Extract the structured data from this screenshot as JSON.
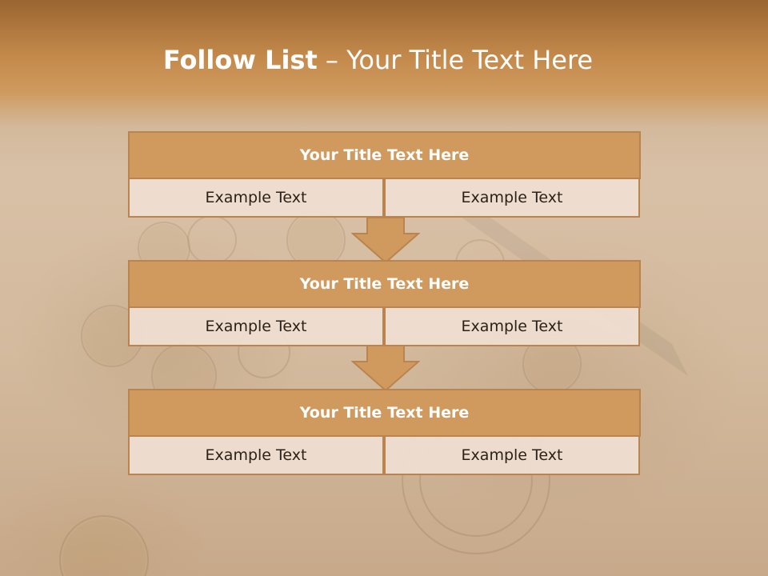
{
  "slide": {
    "title_main": "Follow List",
    "title_rest": " – Your Title Text Here"
  },
  "steps": [
    {
      "title": "Your Title Text Here",
      "left": "Example Text",
      "right": "Example Text"
    },
    {
      "title": "Your Title Text Here",
      "left": "Example Text",
      "right": "Example Text"
    },
    {
      "title": "Your Title Text Here",
      "left": "Example Text",
      "right": "Example Text"
    }
  ],
  "colors": {
    "header": "#c48a4c",
    "box_fill": "#d09a5f",
    "box_border": "#b9844f",
    "cell_fill": "#f0e0d2",
    "arrow": "#d09a5f"
  }
}
